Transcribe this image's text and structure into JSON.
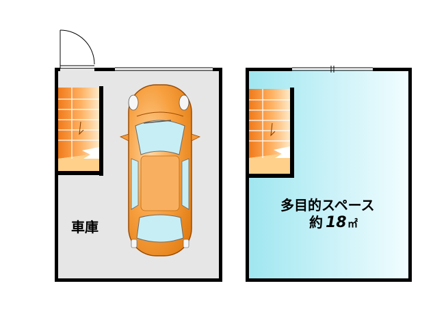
{
  "floor1": {
    "room_label": "車庫"
  },
  "floor2": {
    "room_label": "多目的スペース",
    "area_prefix": "約",
    "area_value": "18",
    "area_unit": "㎡"
  },
  "colors": {
    "wall": "#000000",
    "garage_floor": "#e6e6e6",
    "space_gradient_start": "#9fe6f0",
    "space_gradient_end": "#f2fdff",
    "stair_dark": "#f07a1a",
    "stair_light": "#ffe4b8",
    "car_body": "#f59a3c",
    "car_glass": "#c8eef5"
  },
  "icons": {
    "entrance_door": "swing-door-icon",
    "car": "car-icon",
    "stairs": "staircase-icon"
  }
}
